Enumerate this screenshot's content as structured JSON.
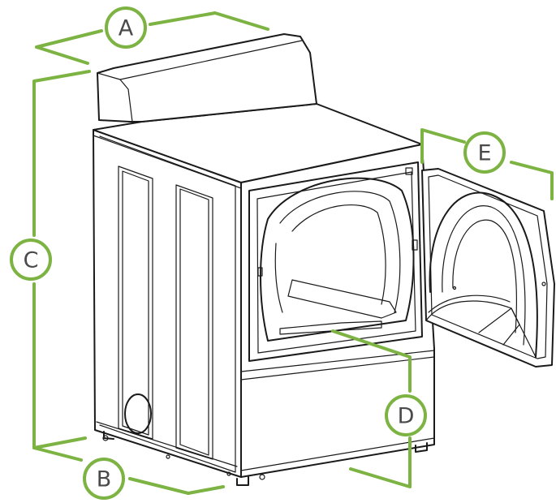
{
  "dimension_labels": {
    "a": "A",
    "b": "B",
    "c": "C",
    "d": "D",
    "e": "E"
  },
  "colors": {
    "dimension_line": "#7cb342",
    "badge_text": "#4a4a4a",
    "outline": "#1a1a1a"
  }
}
